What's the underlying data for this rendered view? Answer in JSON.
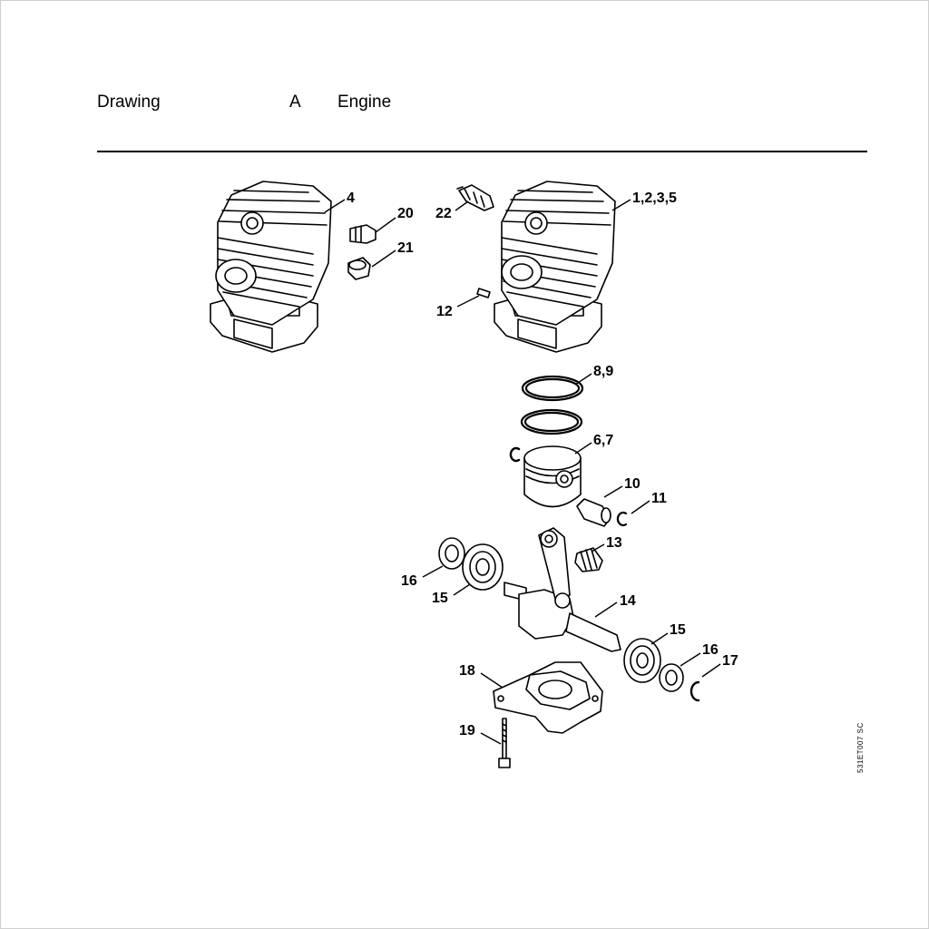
{
  "header": {
    "label": "Drawing",
    "letter": "A",
    "title": "Engine"
  },
  "drawing_code": "531ET007 SC",
  "callouts": {
    "c4": "4",
    "c20": "20",
    "c21": "21",
    "c22": "22",
    "c1235": "1,2,3,5",
    "c12": "12",
    "c89": "8,9",
    "c67": "6,7",
    "c10": "10",
    "c11": "11",
    "c13": "13",
    "c16a": "16",
    "c15a": "15",
    "c14": "14",
    "c15b": "15",
    "c16b": "16",
    "c17": "17",
    "c18": "18",
    "c19": "19"
  }
}
